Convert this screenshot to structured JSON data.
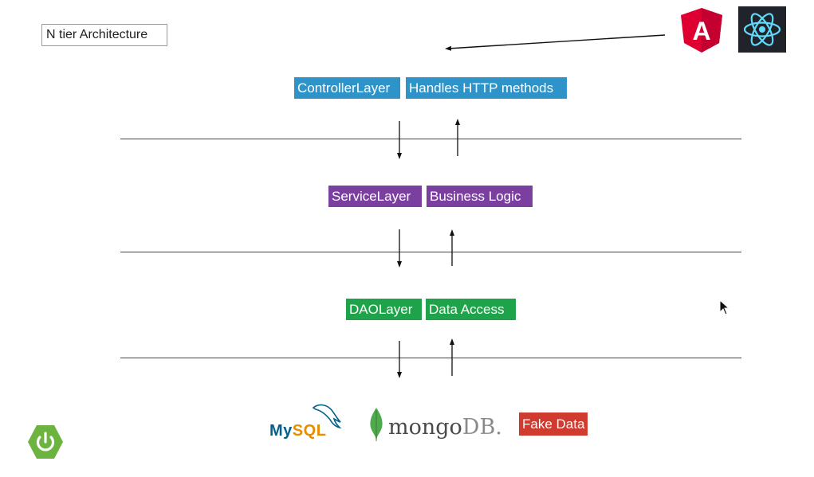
{
  "title": "N tier Architecture",
  "layers": {
    "controller": {
      "name": "ControllerLayer",
      "description": "Handles HTTP methods",
      "color": "#2e93c9"
    },
    "service": {
      "name": "ServiceLayer",
      "description": "Business Logic",
      "color": "#7b3fa0"
    },
    "dao": {
      "name": "DAOLayer",
      "description": "Data Access",
      "color": "#1fa34a"
    }
  },
  "data_sources": {
    "mysql": {
      "part1": "My",
      "part2": "SQL",
      "icon": "mysql-dolphin-icon"
    },
    "mongodb": {
      "part1": "mongo",
      "part2": "DB.",
      "icon": "mongodb-leaf-icon"
    },
    "fake": {
      "label": "Fake Data",
      "color": "#cf3b2e"
    }
  },
  "clients": {
    "angular": {
      "icon": "angular-logo-icon",
      "letter": "A",
      "color": "#dd0031"
    },
    "react": {
      "icon": "react-logo-icon",
      "color": "#61dafb"
    }
  },
  "spring": {
    "icon": "spring-power-icon",
    "color": "#6db33f"
  }
}
